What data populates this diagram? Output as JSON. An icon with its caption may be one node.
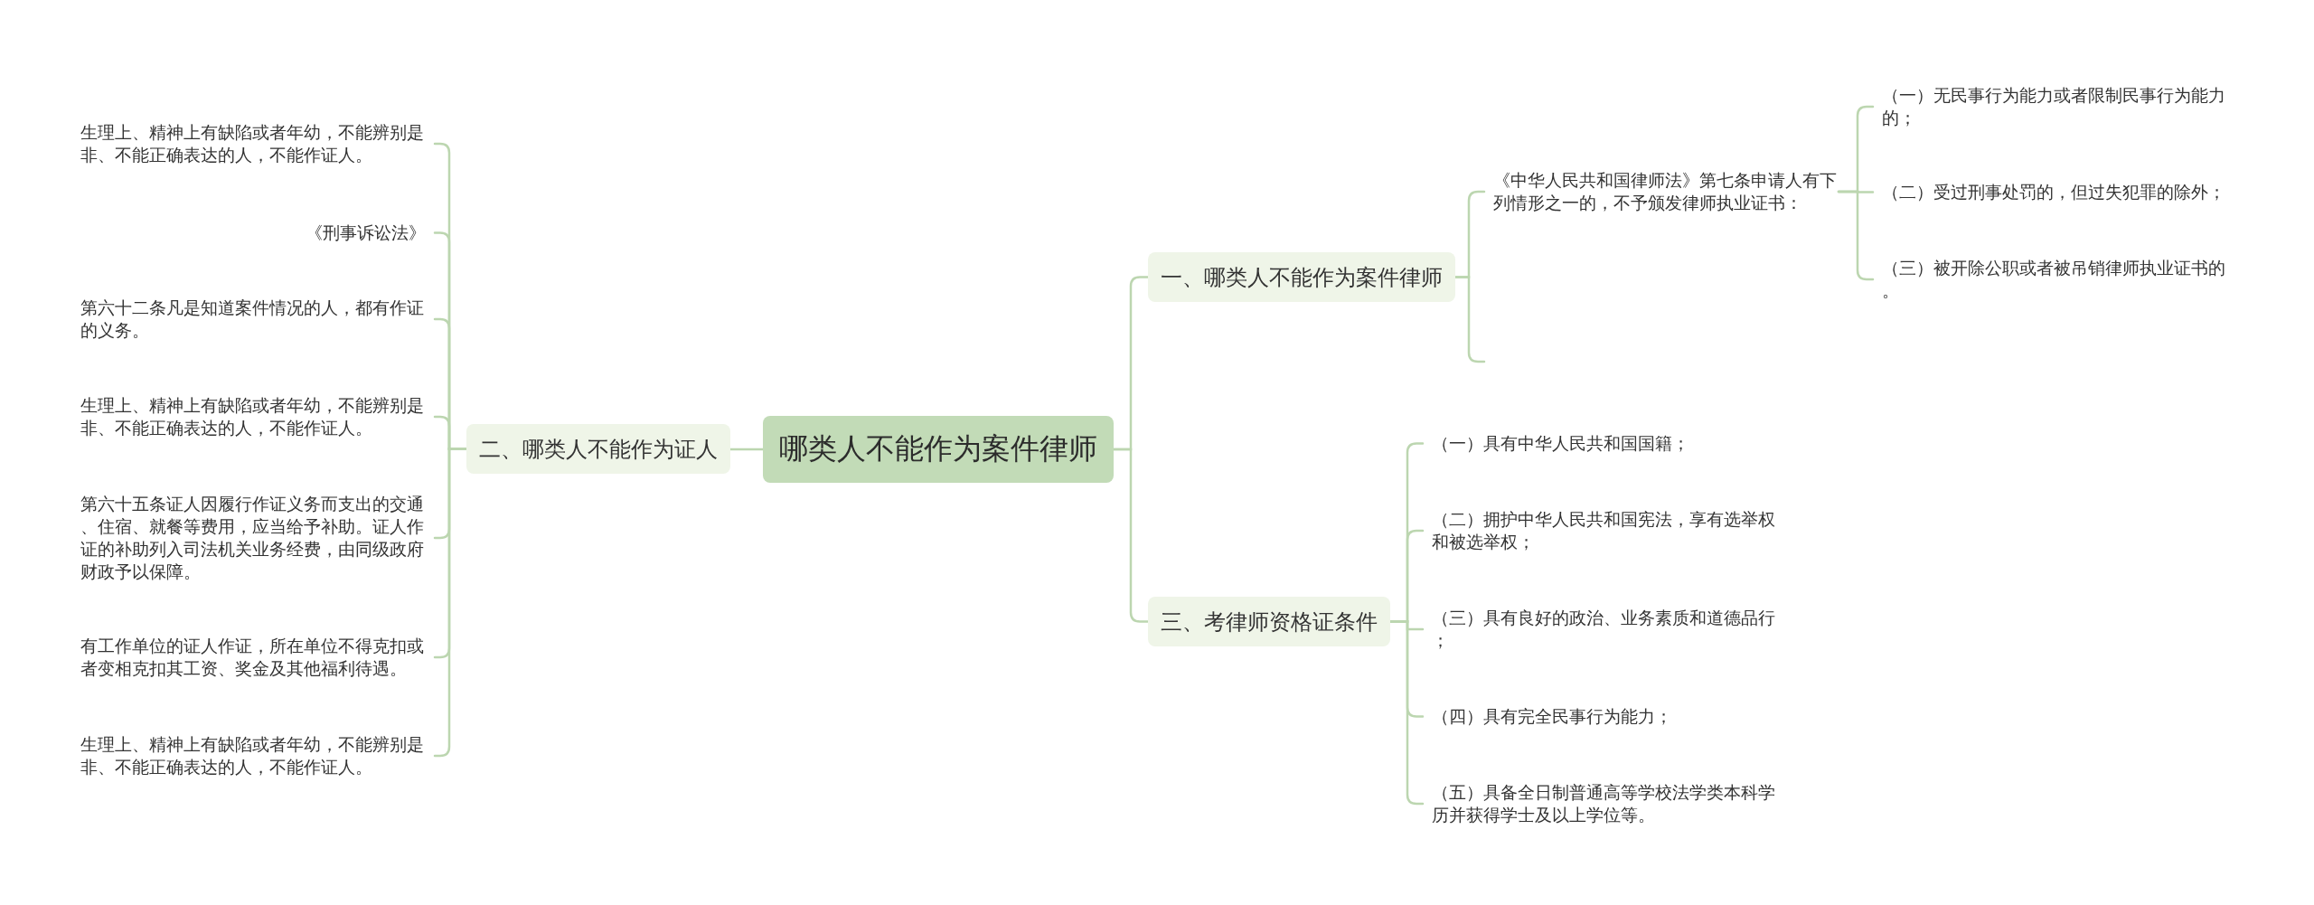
{
  "diagram": {
    "nodes": [
      {
        "text": [
          "哪类人不能作为案件律师"
        ]
      },
      {
        "text": [
          "一、哪类人不能作为案件律师"
        ]
      },
      {
        "text": [
          "《中华人民共和国律师法》第七条申请人有下列情形之一的，不予颁发律师执业证书："
        ]
      },
      {
        "text": [
          "（一）无民事行为能力或者限制民事行为能力的；"
        ]
      },
      {
        "text": [
          "（二）受过刑事处罚的，但过失犯罪的除外；"
        ]
      },
      {
        "text": [
          "（三）被开除公职或者被吊销律师执业证书的。"
        ]
      },
      {
        "text": [
          "二、哪类人不能作为证人"
        ]
      },
      {
        "text": [
          "生理上、精神上有缺陷或者年幼，不能辨别是非、不能正确表达的人，不能作证人。"
        ]
      },
      {
        "text": [
          "《刑事诉讼法》"
        ]
      },
      {
        "text": [
          "第六十二条凡是知道案件情况的人，都有作证的义务。"
        ]
      },
      {
        "text": [
          "生理上、精神上有缺陷或者年幼，不能辨别是非、不能正确表达的人，不能作证人。"
        ]
      },
      {
        "text": [
          "第六十五条证人因履行作证义务而支出的交通、住宿、就餐等费用，应当给予补助。证人作证的补助列入司法机关业务经费，由同级政府财政予以保障。"
        ]
      },
      {
        "text": [
          "有工作单位的证人作证，所在单位不得克扣或者变相克扣其工资、奖金及其他福利待遇。"
        ]
      },
      {
        "text": [
          "生理上、精神上有缺陷或者年幼，不能辨别是非、不能正确表达的人，不能作证人。"
        ]
      },
      {
        "text": [
          "三、考律师资格证条件"
        ]
      },
      {
        "text": [
          "（一）具有中华人民共和国国籍；"
        ]
      },
      {
        "text": [
          "（二）拥护中华人民共和国宪法，享有选举权和被选举权；"
        ]
      },
      {
        "text": [
          "（三）具有良好的政治、业务素质和道德品行；"
        ]
      },
      {
        "text": [
          "（四）具有完全民事行为能力；"
        ]
      },
      {
        "text": [
          "（五）具备全日制普通高等学校法学类本科学历并获得学士及以上学位等。"
        ]
      }
    ],
    "edges": [
      {
        "from": 0,
        "to": 1,
        "arrow": "none"
      },
      {
        "from": 1,
        "to": 2,
        "arrow": "none"
      },
      {
        "from": 1,
        "to": null,
        "arrow": "none"
      },
      {
        "from": 2,
        "to": 3,
        "arrow": "none"
      },
      {
        "from": 2,
        "to": 4,
        "arrow": "none"
      },
      {
        "from": 2,
        "to": 5,
        "arrow": "none"
      },
      {
        "from": 0,
        "to": 6,
        "arrow": "none"
      },
      {
        "from": 6,
        "to": 7,
        "arrow": "none"
      },
      {
        "from": 6,
        "to": 8,
        "arrow": "none"
      },
      {
        "from": 6,
        "to": 9,
        "arrow": "none"
      },
      {
        "from": 6,
        "to": 10,
        "arrow": "none"
      },
      {
        "from": 6,
        "to": 11,
        "arrow": "none"
      },
      {
        "from": 6,
        "to": 12,
        "arrow": "none"
      },
      {
        "from": 6,
        "to": 13,
        "arrow": "none"
      },
      {
        "from": 0,
        "to": 14,
        "arrow": "none"
      },
      {
        "from": 14,
        "to": 15,
        "arrow": "none"
      },
      {
        "from": 14,
        "to": 16,
        "arrow": "none"
      },
      {
        "from": 14,
        "to": 17,
        "arrow": "none"
      },
      {
        "from": 14,
        "to": 18,
        "arrow": "none"
      },
      {
        "from": 14,
        "to": 19,
        "arrow": "none"
      }
    ]
  }
}
